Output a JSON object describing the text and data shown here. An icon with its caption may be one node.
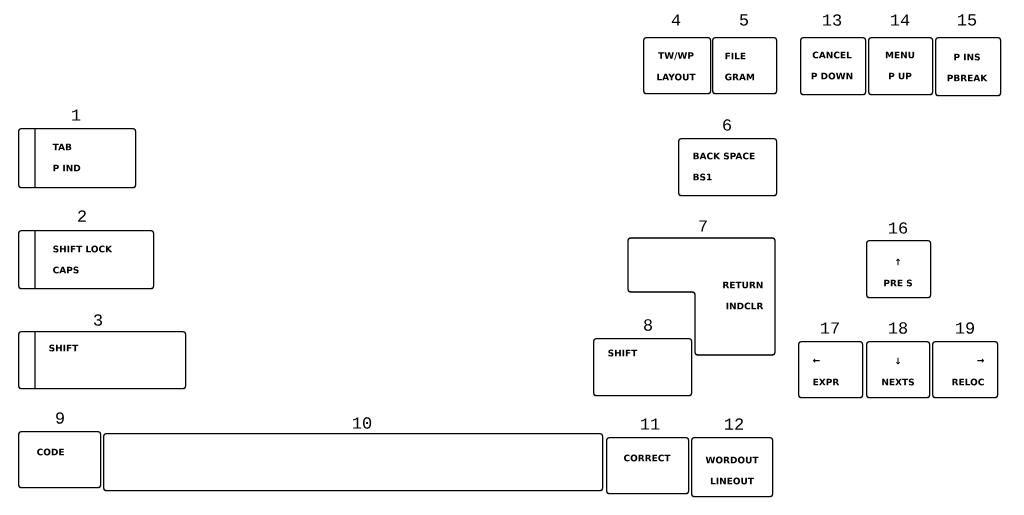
{
  "diagram": {
    "nodes": [
      {
        "text": [
          "TAB",
          "P IND"
        ],
        "beside": [
          "1"
        ]
      },
      {
        "text": [
          "SHIFT LOCK",
          "CAPS"
        ],
        "beside": [
          "2"
        ]
      },
      {
        "text": [
          "SHIFT"
        ],
        "beside": [
          "3"
        ]
      },
      {
        "text": [
          "TW/WP",
          "LAYOUT"
        ],
        "beside": [
          "4"
        ]
      },
      {
        "text": [
          "FILE",
          "GRAM"
        ],
        "beside": [
          "5"
        ]
      },
      {
        "text": [
          "BACK SPACE",
          "BS1"
        ],
        "beside": [
          "6"
        ]
      },
      {
        "text": [
          "RETURN",
          "INDCLR"
        ],
        "beside": [
          "7"
        ]
      },
      {
        "text": [
          "SHIFT"
        ],
        "beside": [
          "8"
        ]
      },
      {
        "text": [
          "CODE"
        ],
        "beside": [
          "9"
        ]
      },
      {
        "text": [],
        "shape": "box",
        "beside": [
          "10"
        ]
      },
      {
        "text": [
          "CORRECT"
        ],
        "beside": [
          "11"
        ]
      },
      {
        "text": [
          "WORDOUT",
          "LINEOUT"
        ],
        "beside": [
          "12"
        ]
      },
      {
        "text": [
          "CANCEL",
          "P DOWN"
        ],
        "beside": [
          "13"
        ]
      },
      {
        "text": [
          "MENU",
          "P UP"
        ],
        "beside": [
          "14"
        ]
      },
      {
        "text": [
          "P INS",
          "PBREAK"
        ],
        "beside": [
          "15"
        ]
      },
      {
        "text": [
          "↑",
          "PRE S"
        ],
        "beside": [
          "16"
        ]
      },
      {
        "text": [
          "←",
          "EXPR"
        ],
        "beside": [
          "17"
        ]
      },
      {
        "text": [
          "↓",
          "NEXTS"
        ],
        "beside": [
          "18"
        ]
      },
      {
        "text": [
          "→",
          "RELOC"
        ],
        "beside": [
          "19"
        ]
      }
    ]
  }
}
